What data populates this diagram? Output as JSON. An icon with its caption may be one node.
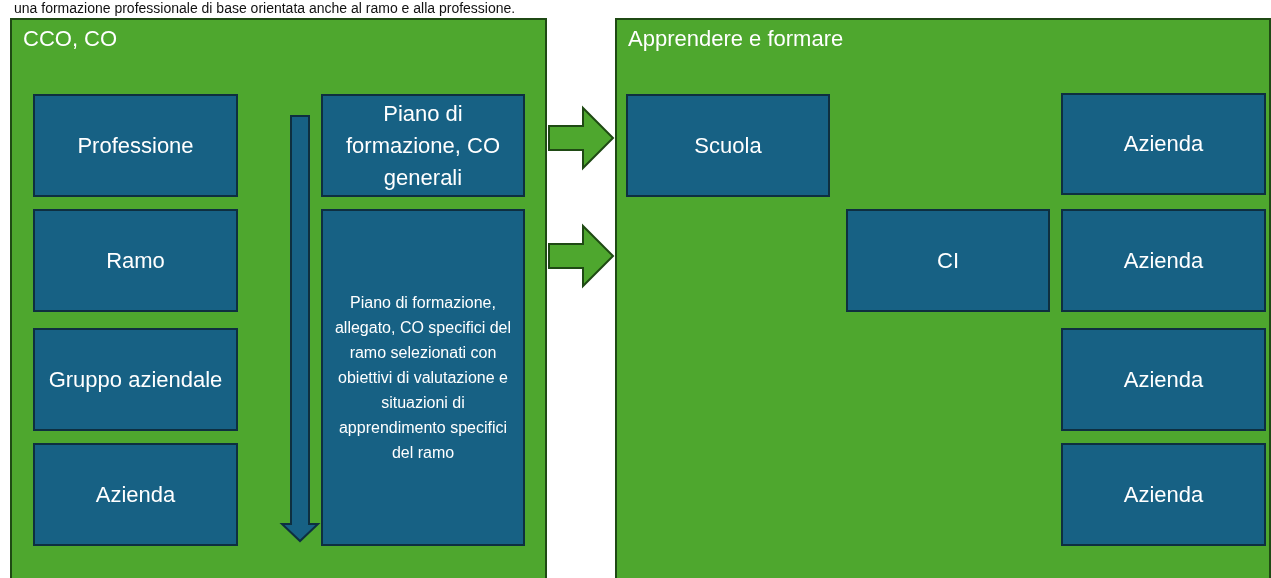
{
  "diagram": {
    "nodes": [
      {
        "text": [
          "CCO, CO"
        ]
      },
      {
        "text": [
          "Professione"
        ],
        "in": 0
      },
      {
        "text": [
          "Ramo"
        ],
        "in": 0
      },
      {
        "text": [
          "Gruppo aziendale"
        ],
        "in": 0
      },
      {
        "text": [
          "Azienda"
        ],
        "in": 0
      },
      {
        "text": [
          "Piano di formazione, CO generali"
        ],
        "in": 0
      },
      {
        "text": [
          "Piano di formazione, allegato, CO specifici del ramo selezionati con obiettivi di valutazione e situazioni di apprendimento specifici del ramo"
        ],
        "in": 0
      },
      {
        "text": [
          "Apprendere e formare"
        ]
      },
      {
        "text": [
          "Scuola"
        ],
        "in": 7
      },
      {
        "text": [
          "Azienda"
        ],
        "in": 7
      },
      {
        "text": [
          "CI"
        ],
        "in": 7
      },
      {
        "text": [
          "Azienda"
        ],
        "in": 7
      },
      {
        "text": [
          "Azienda"
        ],
        "in": 7
      },
      {
        "text": [
          "Azienda"
        ],
        "in": 7
      }
    ],
    "edges": [
      {
        "from": 0,
        "to": 7,
        "arrow": "to"
      },
      {
        "from": 0,
        "to": 7,
        "arrow": "to"
      }
    ],
    "labels": [
      "una formazione professionale di base orientata anche al ramo e alla professione."
    ]
  }
}
